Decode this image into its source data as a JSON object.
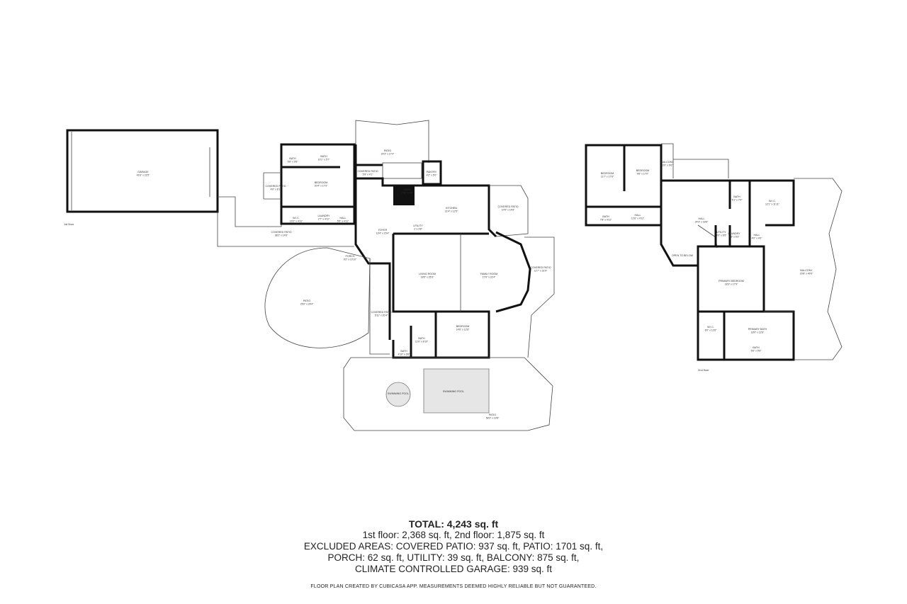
{
  "floor1": {
    "floor_label": "1st floor",
    "rooms": [
      {
        "name": "GARAGE",
        "dim": "41'6\" x 22'5\""
      },
      {
        "name": "BATH",
        "dim": "5'6\" x 3'6\""
      },
      {
        "name": "BATH",
        "dim": "10'1\" x 5'7\""
      },
      {
        "name": "COVERED PATIO",
        "dim": "4'6\" x 8'1\""
      },
      {
        "name": "BEDROOM",
        "dim": "20'4\" x 17'0\""
      },
      {
        "name": "W.I.C.",
        "dim": "10'2\" x 4'11\""
      },
      {
        "name": "LAUNDRY",
        "dim": "2'7\" x 4'11\""
      },
      {
        "name": "HALL",
        "dim": "5'5\" x 4'11\""
      },
      {
        "name": "COVERED PATIO",
        "dim": "38'2\" x 14'6\""
      },
      {
        "name": "PORCH",
        "dim": "9'2\" x 10'10\""
      },
      {
        "name": "PATIO",
        "dim": "29'0\" x 29'4\""
      },
      {
        "name": "PATIO",
        "dim": "20'3\" x 17'4\""
      },
      {
        "name": "COVERED PATIO",
        "dim": "5'9\" x 4'1\""
      },
      {
        "name": "PANTRY",
        "dim": "4'2\" x 5'0\""
      },
      {
        "name": "BATH",
        "dim": "7'11\" x 4'8\""
      },
      {
        "name": "KITCHEN",
        "dim": "21'4\" x 12'5\""
      },
      {
        "name": "COVERED PATIO",
        "dim": "10'9\" x 14'6\""
      },
      {
        "name": "FOYER",
        "dim": "13'4\" x 15'4\""
      },
      {
        "name": "UTILITY",
        "dim": "2' x 3'8\""
      },
      {
        "name": "LIVING ROOM",
        "dim": "18'5\" x 25'3\""
      },
      {
        "name": "FAMILY ROOM",
        "dim": "17'6\" x 22'4\""
      },
      {
        "name": "COVERED PATIO",
        "dim": "11'7\" x 31'9\""
      },
      {
        "name": "COVERED PATIO",
        "dim": "5'11\" x 20'4\""
      },
      {
        "name": "BEDROOM",
        "dim": "14'6\" x 12'6\""
      },
      {
        "name": "BATH",
        "dim": "11'6\" x 8'10\""
      },
      {
        "name": "BATH",
        "dim": "4'10\" x 3'6\""
      },
      {
        "name": "SWIMMING POOL",
        "dim": ""
      },
      {
        "name": "SWIMMING POOL",
        "dim": ""
      },
      {
        "name": "PATIO",
        "dim": "58'3\" x 19'8\""
      }
    ]
  },
  "floor2": {
    "floor_label": "2nd floor",
    "rooms": [
      {
        "name": "BEDROOM",
        "dim": "11'7\" x 17'6\""
      },
      {
        "name": "BEDROOM",
        "dim": "9'8\" x 17'0\""
      },
      {
        "name": "BALCONY",
        "dim": "3'0\" x 9'6\""
      },
      {
        "name": "BATH",
        "dim": "7'8\" x 4'11\""
      },
      {
        "name": "HALL",
        "dim": "12'6\" x 4'11\""
      },
      {
        "name": "HALL",
        "dim": "24'3\" x 18'6\""
      },
      {
        "name": "BATH",
        "dim": "5'1\" x 7'4\""
      },
      {
        "name": "W.I.C.",
        "dim": "12'1\" x 11'11\""
      },
      {
        "name": "UTILITY",
        "dim": "4'0\" x 6'5\""
      },
      {
        "name": "LAUNDRY",
        "dim": "3'5\" x 6'3\""
      },
      {
        "name": "HALL",
        "dim": "4'0\" x 4'6\""
      },
      {
        "name": "OPEN TO BELOW",
        "dim": ""
      },
      {
        "name": "PRIMARY BEDROOM",
        "dim": "18'3\" x 17'9\""
      },
      {
        "name": "BALCONY",
        "dim": "20'8\" x 49'9\""
      },
      {
        "name": "W.I.C.",
        "dim": "8'0\" x 12'6\""
      },
      {
        "name": "PRIMARY BATH",
        "dim": "18'0\" x 12'6\""
      },
      {
        "name": "BATH",
        "dim": "5'6\" x 5'6\""
      }
    ]
  },
  "summary": {
    "total": "TOTAL: 4,243 sq. ft",
    "line1": "1st floor: 2,368 sq. ft, 2nd floor: 1,875 sq. ft",
    "line2": "EXCLUDED AREAS:  COVERED PATIO: 937 sq. ft, PATIO: 1701 sq. ft,",
    "line3": "PORCH: 62 sq. ft, UTILITY: 39 sq. ft, BALCONY: 875 sq. ft,",
    "line4": "CLIMATE CONTROLLED GARAGE: 939 sq. ft"
  },
  "disclaimer": "FLOOR PLAN CREATED BY CUBICASA APP. MEASUREMENTS DEEMED HIGHLY RELIABLE BUT NOT GUARANTEED."
}
